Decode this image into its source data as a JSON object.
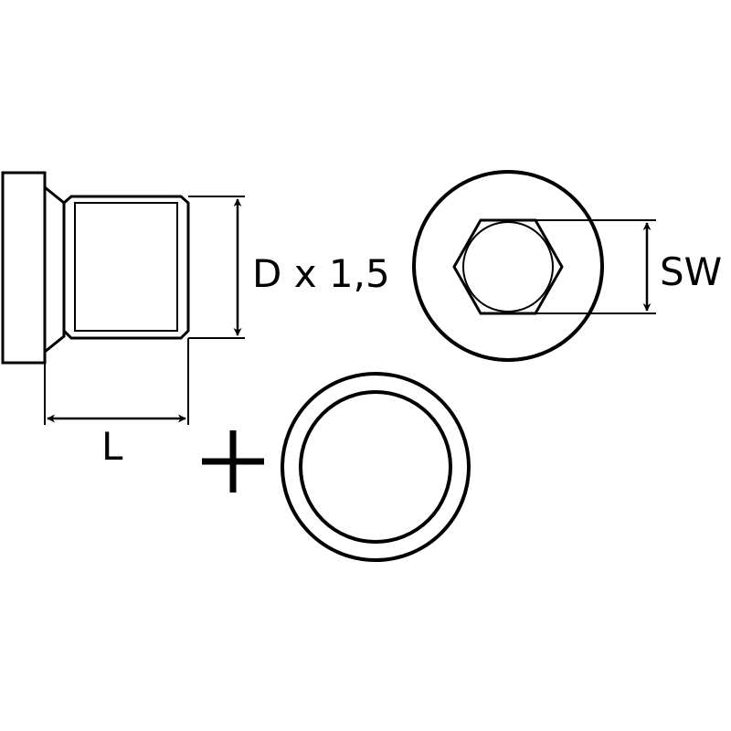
{
  "labels": {
    "diameter": "D x 1,5",
    "wrench_size": "SW",
    "length": "L"
  },
  "colors": {
    "line": "#000000",
    "background": "#ffffff"
  }
}
